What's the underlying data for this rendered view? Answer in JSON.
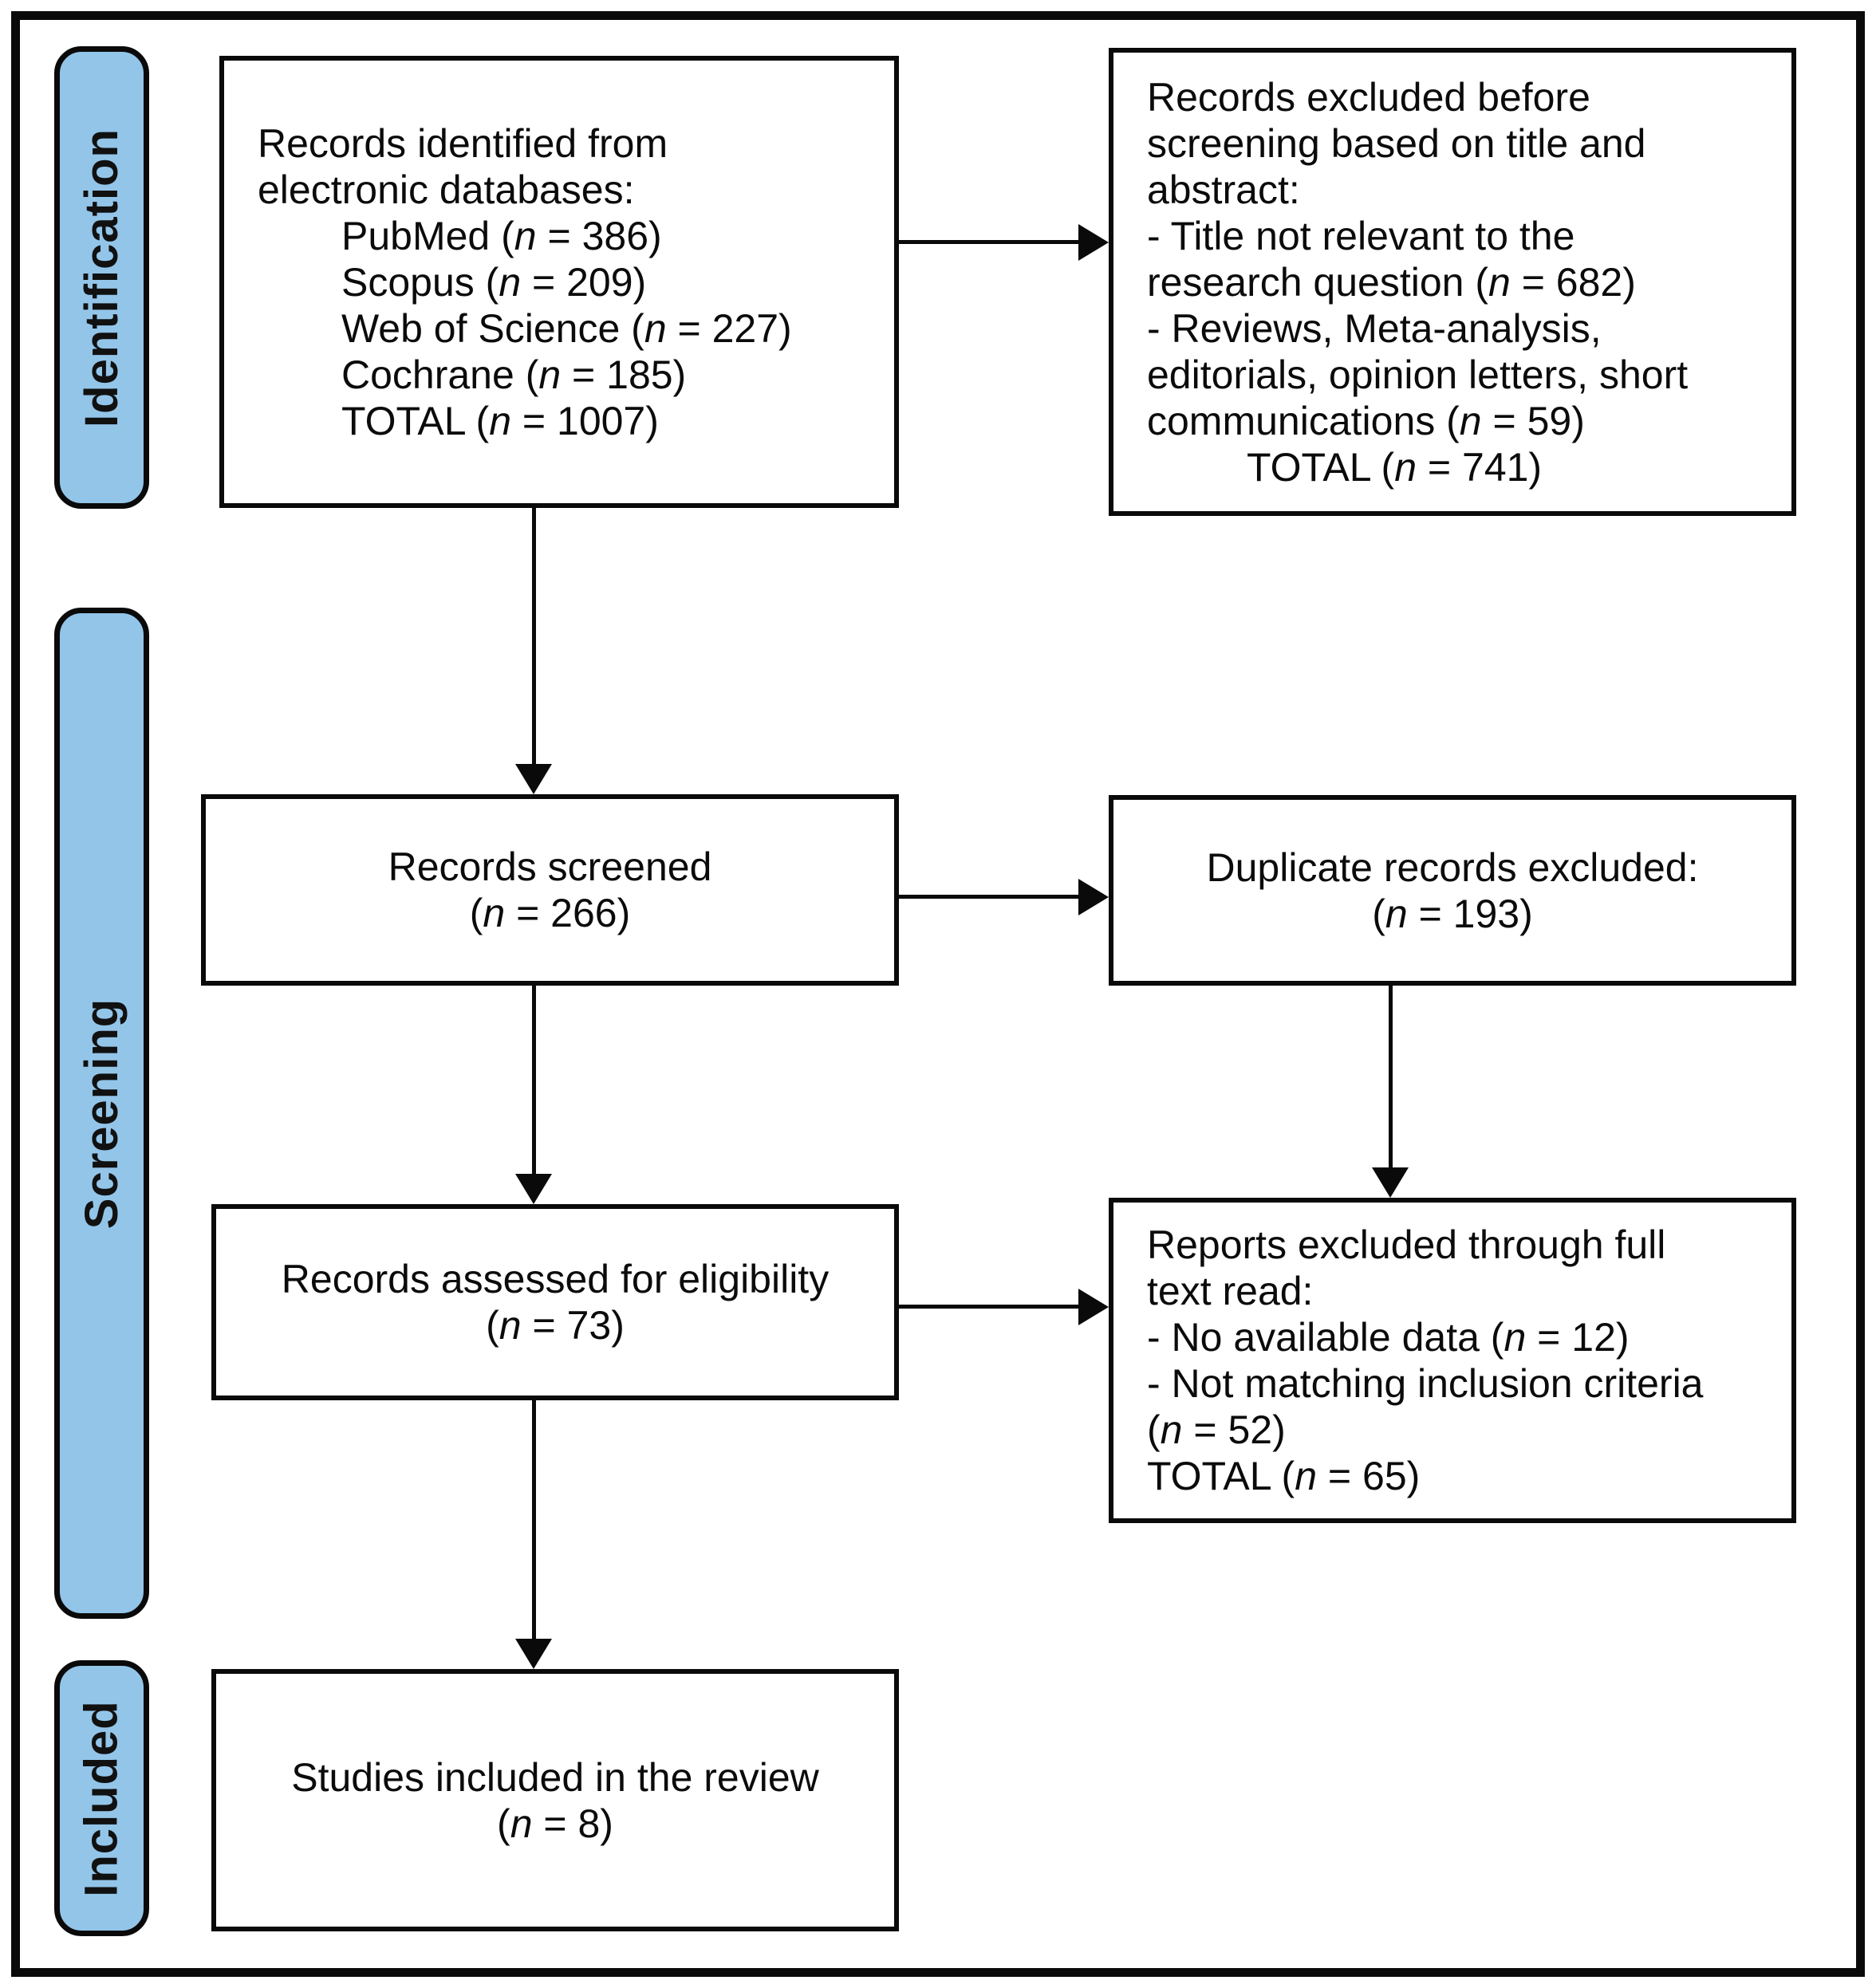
{
  "diagram": {
    "title": "PRISMA study selection flow diagram",
    "colors": {
      "band_fill": "#93c5e9",
      "line_color": "#0a0a0a",
      "background": "#ffffff"
    }
  },
  "sidebar": {
    "fill_color": "#93c5e9",
    "labels": {
      "identification": "Identification",
      "screening": "Screening",
      "included": "Included"
    }
  },
  "boxes": {
    "records_identified": {
      "lines": [
        "Records identified from",
        "electronic databases:",
        "PubMed (n = 386)",
        "Scopus (n = 209)",
        "Web of Science (n = 227)",
        "Cochrane (n = 185)",
        "TOTAL (n = 1007)"
      ]
    },
    "excluded_before_screening": {
      "lines": [
        "Records excluded before",
        "screening based on title and",
        "abstract:",
        "- Title not relevant to the",
        "research question (n = 682)",
        "- Reviews, Meta-analysis,",
        "editorials, opinion letters, short",
        "communications (n = 59)",
        "TOTAL (n = 741)"
      ]
    },
    "records_screened": {
      "lines": [
        "Records screened",
        "(n = 266)"
      ]
    },
    "duplicates_excluded": {
      "lines": [
        "Duplicate records excluded:",
        "(n = 193)"
      ]
    },
    "records_assessed": {
      "lines": [
        "Records assessed for eligibility",
        "(n = 73)"
      ]
    },
    "fulltext_excluded": {
      "lines": [
        "Reports excluded through full",
        "text read:",
        "- No available data (n = 12)",
        "- Not matching inclusion criteria",
        "(n = 52)",
        "TOTAL (n = 65)"
      ]
    },
    "studies_included": {
      "lines": [
        "Studies included in the review",
        "(n = 8)"
      ]
    }
  }
}
